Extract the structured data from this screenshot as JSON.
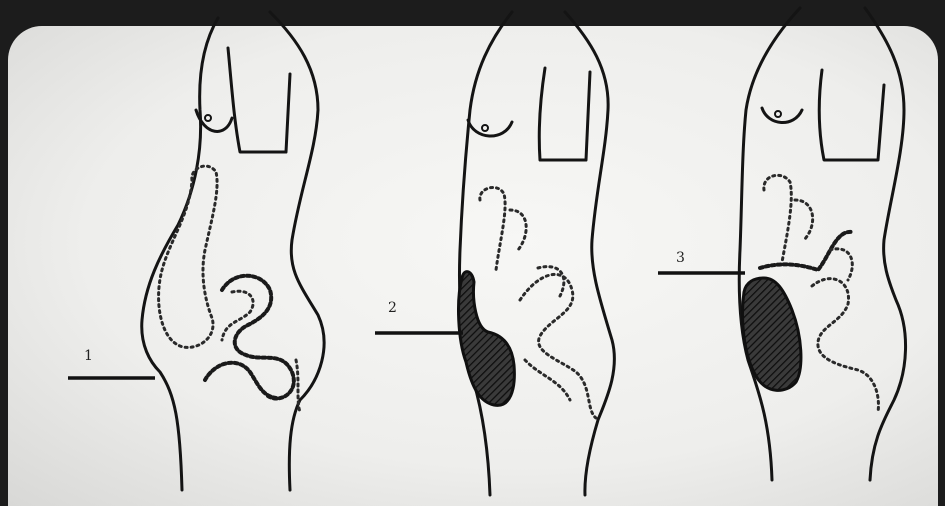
{
  "figures": [
    {
      "label": "1"
    },
    {
      "label": "2"
    },
    {
      "label": "3"
    }
  ],
  "colors": {
    "background": "#1c1c1c",
    "plate": "#f2f2f0",
    "ink": "#141414",
    "mass_fill": "#2b2b2b"
  }
}
